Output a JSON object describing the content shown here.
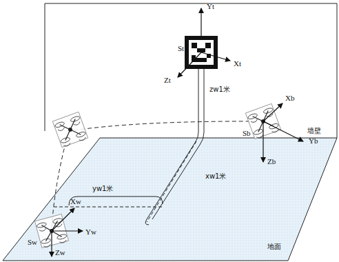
{
  "diagram": {
    "labels": [
      "Yt",
      "St",
      "Xt",
      "Zt",
      "zw1米",
      "墙壁",
      "Xb",
      "Sb",
      "Yb",
      "Zb",
      "yw1米",
      "xw1米",
      "Xw",
      "Yw",
      "Sw",
      "Zw",
      "地面"
    ]
  }
}
